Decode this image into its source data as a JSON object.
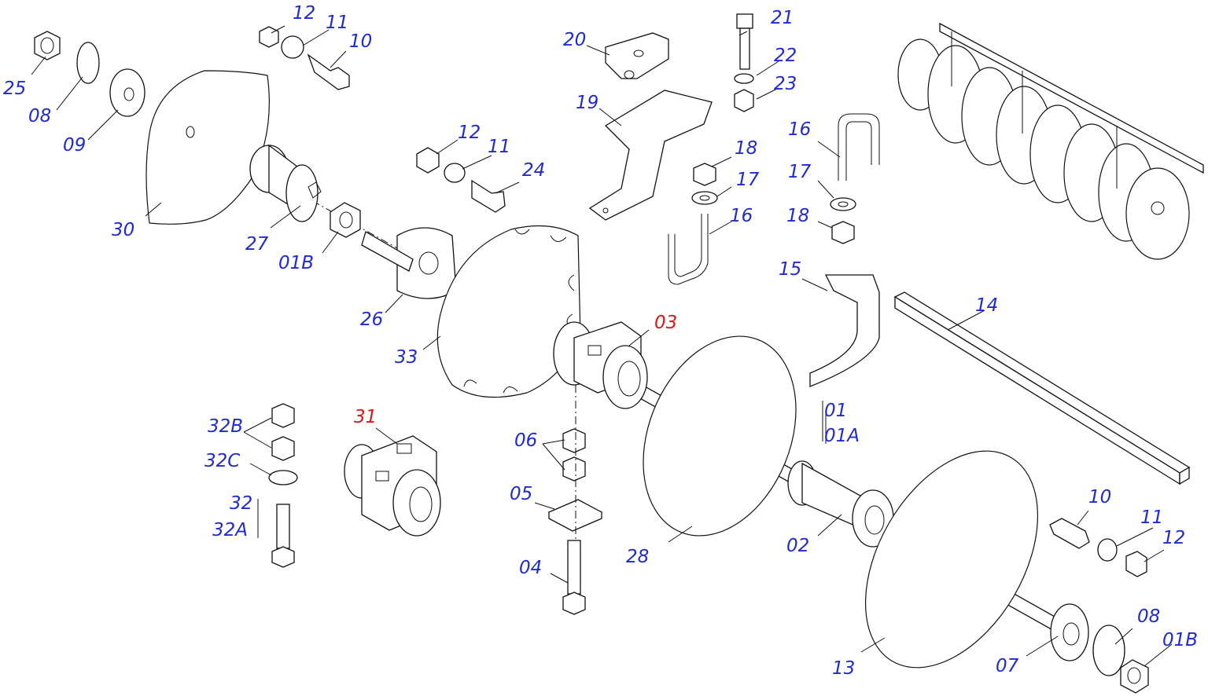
{
  "diagram": {
    "labels": {
      "l25": "25",
      "l08a": "08",
      "l09": "09",
      "l12a": "12",
      "l11a": "11",
      "l10a": "10",
      "l30": "30",
      "l27": "27",
      "l01Ba": "01B",
      "l26": "26",
      "l12b": "12",
      "l11b": "11",
      "l24": "24",
      "l20": "20",
      "l19": "19",
      "l21": "21",
      "l22": "22",
      "l23": "23",
      "l18a": "18",
      "l17a": "17",
      "l16a": "16",
      "l16b": "16",
      "l17b": "17",
      "l18b": "18",
      "l15": "15",
      "l14": "14",
      "l33": "33",
      "l03": "03",
      "l31": "31",
      "l32B": "32B",
      "l32C": "32C",
      "l32": "32",
      "l32A": "32A",
      "l06": "06",
      "l05": "05",
      "l04": "04",
      "l01": "01",
      "l01A": "01A",
      "l28": "28",
      "l02": "02",
      "l13": "13",
      "l10b": "10",
      "l11c": "11",
      "l12c": "12",
      "l07": "07",
      "l08b": "08",
      "l01Bb": "01B"
    },
    "colors": {
      "label": "#1f2bd0",
      "highlight": "#e01616",
      "line": "#111111"
    }
  }
}
